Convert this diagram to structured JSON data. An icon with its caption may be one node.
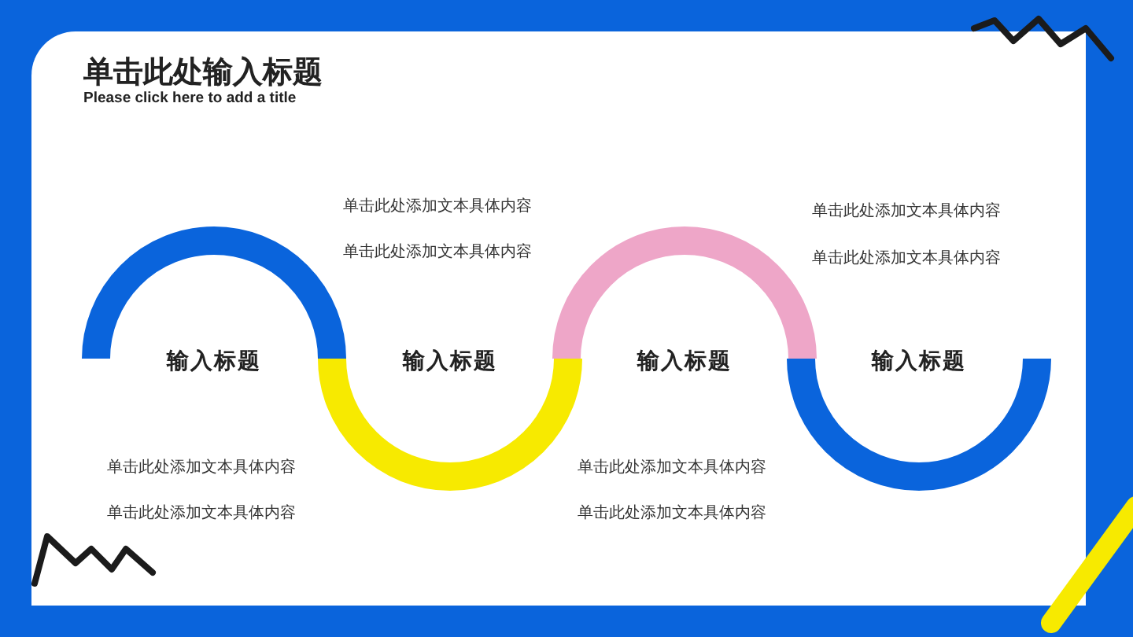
{
  "diagram": {
    "title": "单击此处输入标题",
    "nodes": [
      {
        "text": [
          "输入标题"
        ]
      },
      {
        "text": [
          "输入标题"
        ]
      },
      {
        "text": [
          "输入标题"
        ]
      },
      {
        "text": [
          "输入标题"
        ]
      }
    ],
    "labels": [
      "Please click here to add a title",
      "单击此处添加文本具体内容",
      "单击此处添加文本具体内容",
      "单击此处添加文本具体内容",
      "单击此处添加文本具体内容",
      "单击此处添加文本具体内容",
      "单击此处添加文本具体内容",
      "单击此处添加文本具体内容",
      "单击此处添加文本具体内容"
    ]
  }
}
